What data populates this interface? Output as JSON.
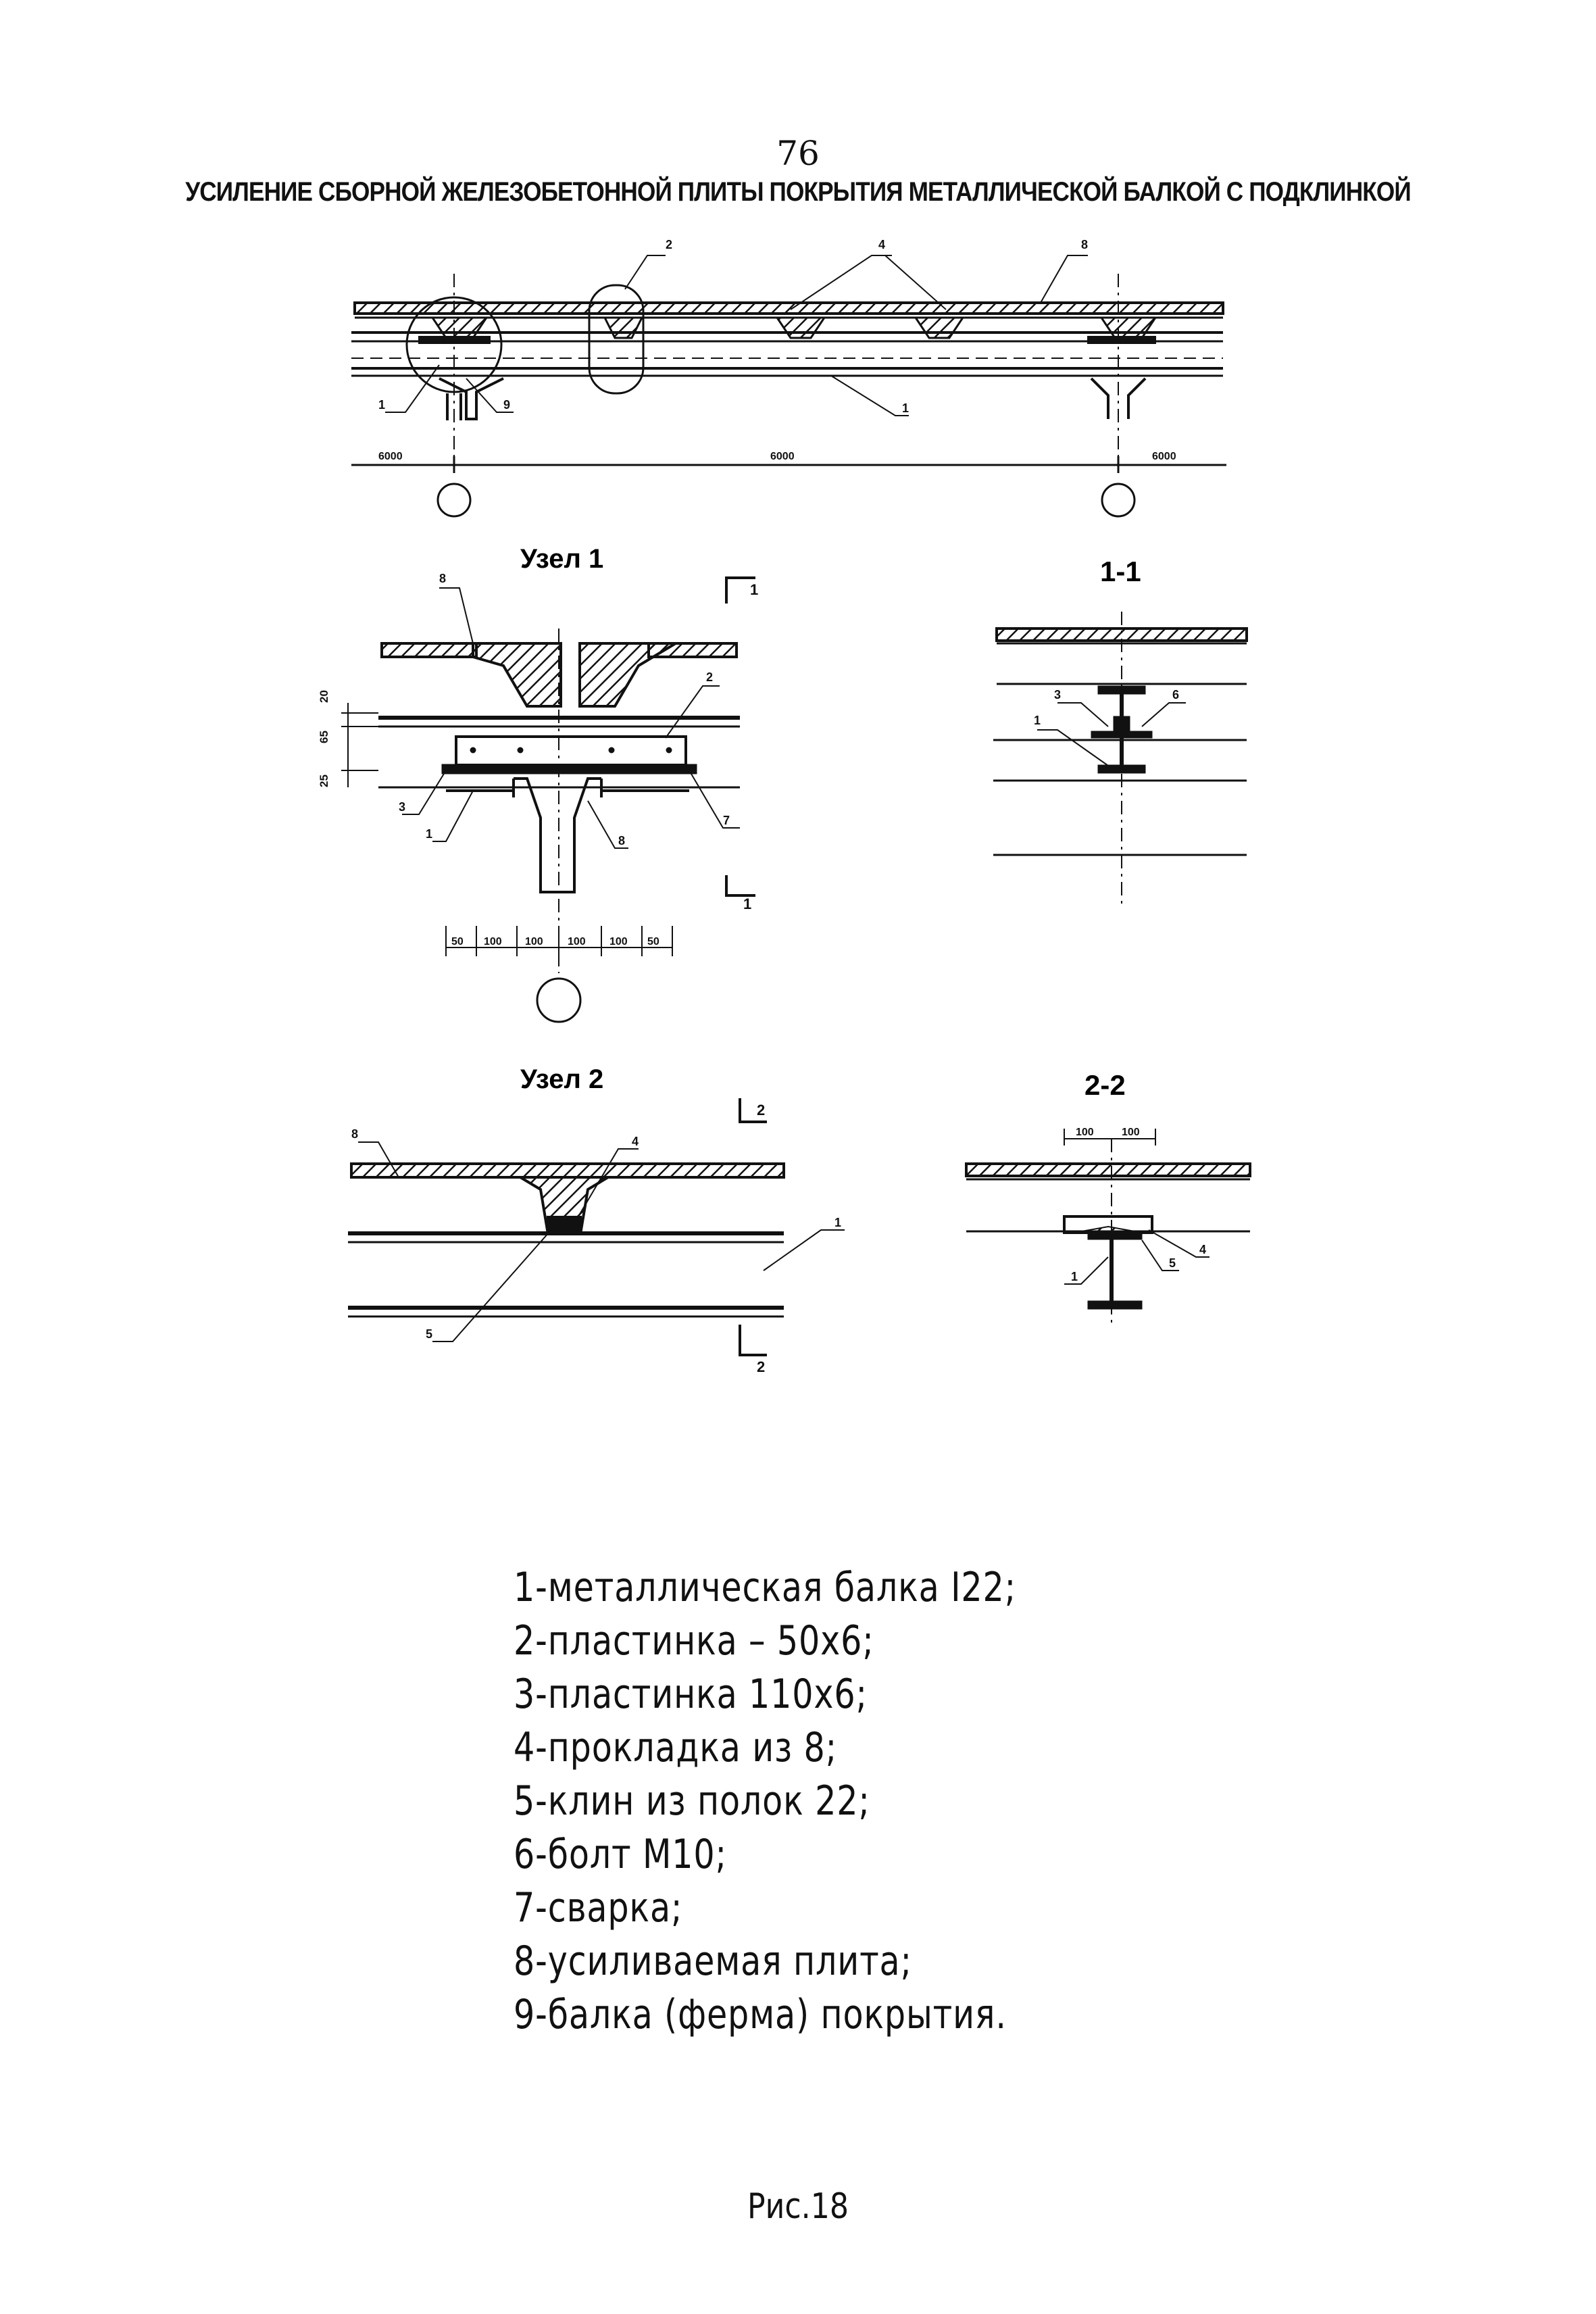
{
  "page_number": "76",
  "title": "УСИЛЕНИЕ СБОРНОЙ ЖЕЛЕЗОБЕТОННОЙ ПЛИТЫ ПОКРЫТИЯ МЕТАЛЛИЧЕСКОЙ БАЛКОЙ С ПОДКЛИНКОЙ",
  "elevation": {
    "callouts": [
      "2",
      "4",
      "8",
      "1",
      "9",
      "1"
    ],
    "spans": [
      "6000",
      "6000",
      "6000"
    ]
  },
  "node1": {
    "title": "Узел 1",
    "callouts": [
      "8",
      "2",
      "3",
      "1",
      "8",
      "7"
    ],
    "section_mark": "1",
    "vertical_dims": [
      "20",
      "65",
      "25"
    ],
    "bottom_dims": [
      "50",
      "100",
      "100",
      "100",
      "100",
      "50"
    ]
  },
  "section11": {
    "title": "1-1",
    "callouts": [
      "3",
      "6",
      "1"
    ]
  },
  "node2": {
    "title": "Узел 2",
    "callouts": [
      "8",
      "4",
      "1",
      "5"
    ],
    "section_mark": "2"
  },
  "section22": {
    "title": "2-2",
    "callouts": [
      "1",
      "5",
      "4"
    ],
    "dims": [
      "100",
      "100"
    ]
  },
  "legend": [
    "1-металлическая балка I22;",
    "2-пластинка  – 50х6;",
    "3-пластинка 110х6;",
    "4-прокладка из 8;",
    "5-клин из полок 22;",
    "6-болт М10;",
    "7-сварка;",
    "8-усиливаемая плита;",
    "9-балка (ферма) покрытия."
  ],
  "figure_caption": "Рис.18"
}
